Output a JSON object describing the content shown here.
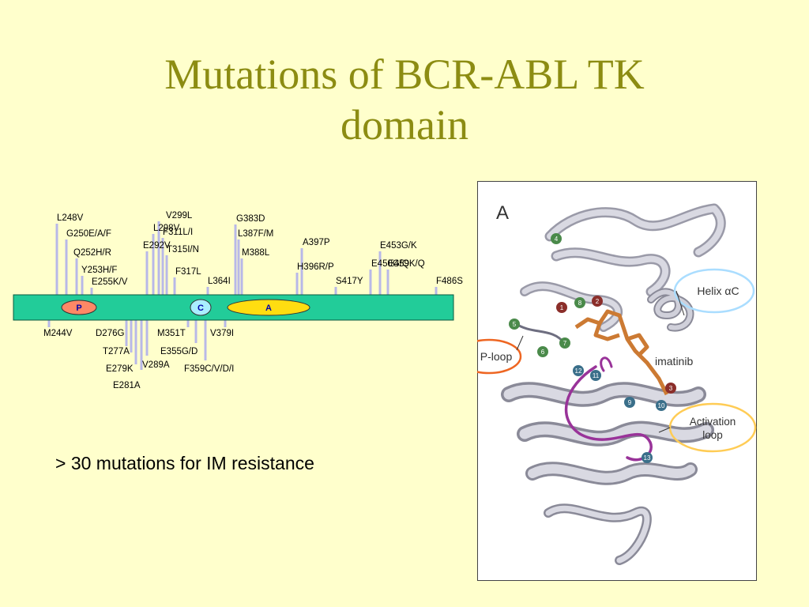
{
  "title": {
    "line1": "Mutations of BCR-ABL TK",
    "line2": "domain"
  },
  "subtitle": "> 30 mutations for IM resistance",
  "domain_bar": {
    "color": "#22cc99",
    "segments": [
      {
        "label": "P",
        "color": "#ff8866"
      },
      {
        "label": "C",
        "color": "#aaeeff"
      },
      {
        "label": "A",
        "color": "#ffdd11"
      }
    ]
  },
  "mutations_above": [
    "L248V",
    "G250E/A/F",
    "Q252H/R",
    "Y253H/F",
    "E255K/V",
    "L298V",
    "E292V",
    "V299L",
    "F311L/I",
    "T315I/N",
    "F317L",
    "L364I",
    "G383D",
    "L387F/M",
    "M388L",
    "H396R/P",
    "A397P",
    "S417Y",
    "E450G/Q",
    "E453G/K",
    "E459K/Q",
    "F486S"
  ],
  "mutations_below": [
    "M244V",
    "D276G",
    "T277A",
    "E279K",
    "E281A",
    "V289A",
    "M351T",
    "E355G/D",
    "F359C/V/D/I",
    "V379I"
  ],
  "structure": {
    "panel_label": "A",
    "ligand_label": "imatinib",
    "callouts": [
      {
        "label": "Helix αC",
        "color": "#aaddff"
      },
      {
        "label": "P-loop",
        "color": "#ee6622"
      },
      {
        "label_line1": "Activation",
        "label_line2": "loop",
        "color": "#ffcc55"
      }
    ],
    "residue_markers": [
      "1",
      "2",
      "3",
      "4",
      "5",
      "6",
      "7",
      "8",
      "9",
      "10",
      "11",
      "12",
      "13"
    ]
  }
}
